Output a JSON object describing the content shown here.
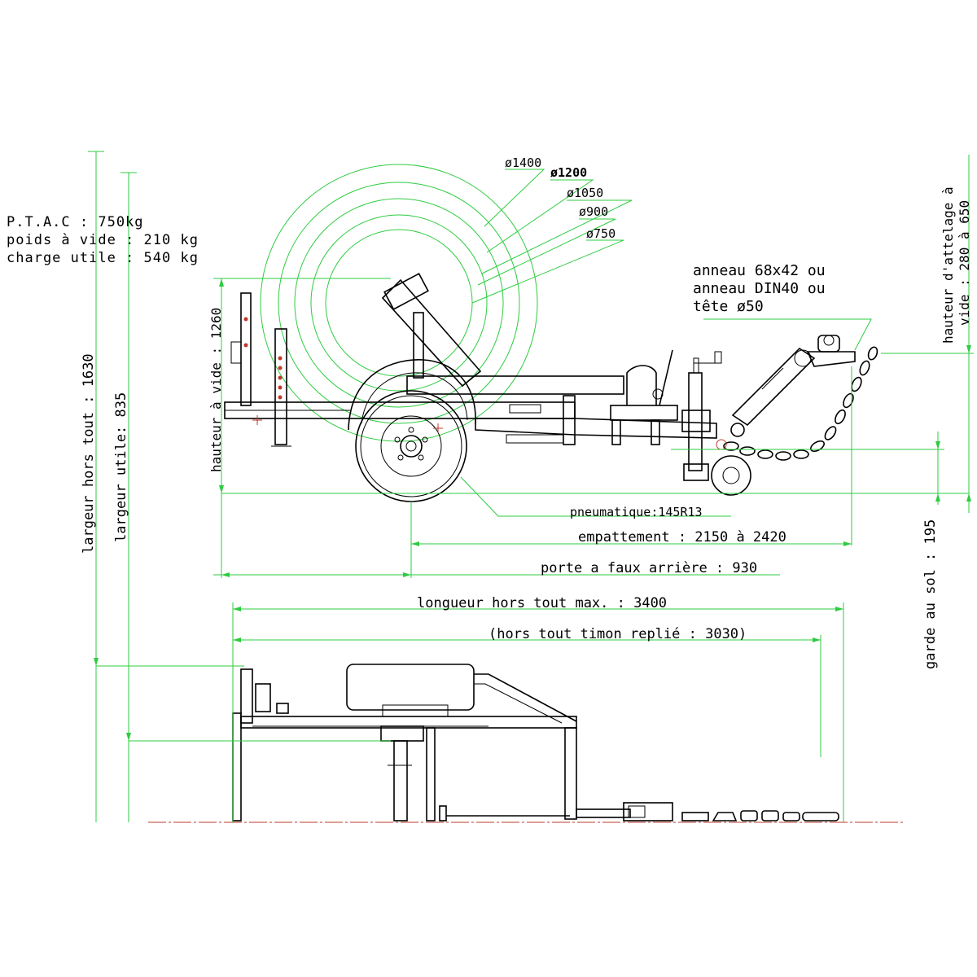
{
  "specs": {
    "ptac": "P.T.A.C : 750kg",
    "poids_vide": "poids à vide : 210 kg",
    "charge_utile": "charge utile : 540 kg"
  },
  "reel_diameters": [
    "ø1400",
    "ø1200",
    "ø1050",
    "ø900",
    "ø750"
  ],
  "labels": {
    "coupling_line1": "anneau 68x42 ou",
    "coupling_line2": "anneau DIN40 ou",
    "coupling_line3": "tête ø50",
    "hitch_height_line1": "hauteur d'attelage à",
    "hitch_height_line2": "vide : 280 à 650",
    "empty_height": "hauteur à vide : 1260",
    "overall_width": "largeur hors tout : 1630",
    "useful_width": "largeur utile: 835",
    "tyre": "pneumatique:145R13",
    "wheelbase": "empattement : 2150 à 2420",
    "rear_overhang": "porte a faux arrière : 930",
    "overall_length": "longueur hors tout   max. : 3400",
    "folded_length": "(hors tout timon replié : 3030)",
    "ground_clearance": "garde au sol : 195"
  },
  "colors": {
    "dimension_lines": "#2ecc40",
    "drawing_lines": "#000000",
    "ground_line": "#c0392b"
  }
}
